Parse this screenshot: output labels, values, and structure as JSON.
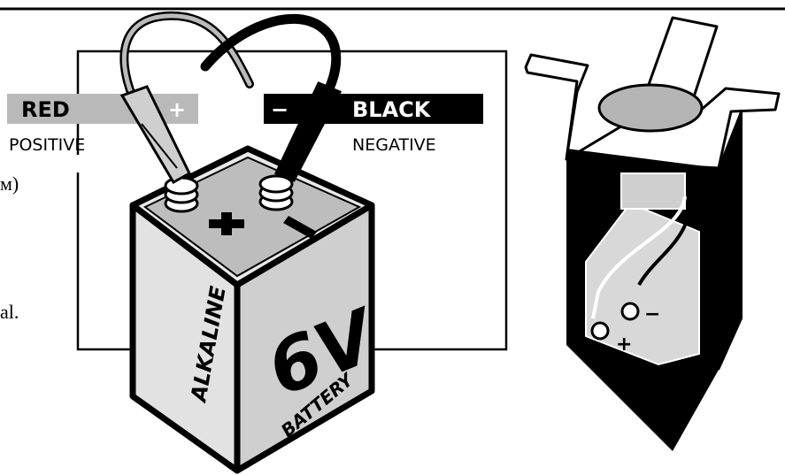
{
  "labels": {
    "red": "RED",
    "plus_sign": "+",
    "positive": "POSITIVE",
    "minus_sign": "−",
    "black": "BLACK",
    "negative": "NEGATIVE"
  },
  "battery": {
    "brand": "ALKALINE",
    "voltage": "6V",
    "type": "BATTERY"
  },
  "truncated_text": {
    "line1": "м)",
    "line2": "al."
  },
  "holder": {
    "plus_mark": "+",
    "minus_mark": "−"
  },
  "colors": {
    "red_tag": "#b9b9b9",
    "black_tag": "#000000",
    "line": "#000000",
    "battery_body": "#d9d9d9",
    "holder_body": "#000000"
  }
}
